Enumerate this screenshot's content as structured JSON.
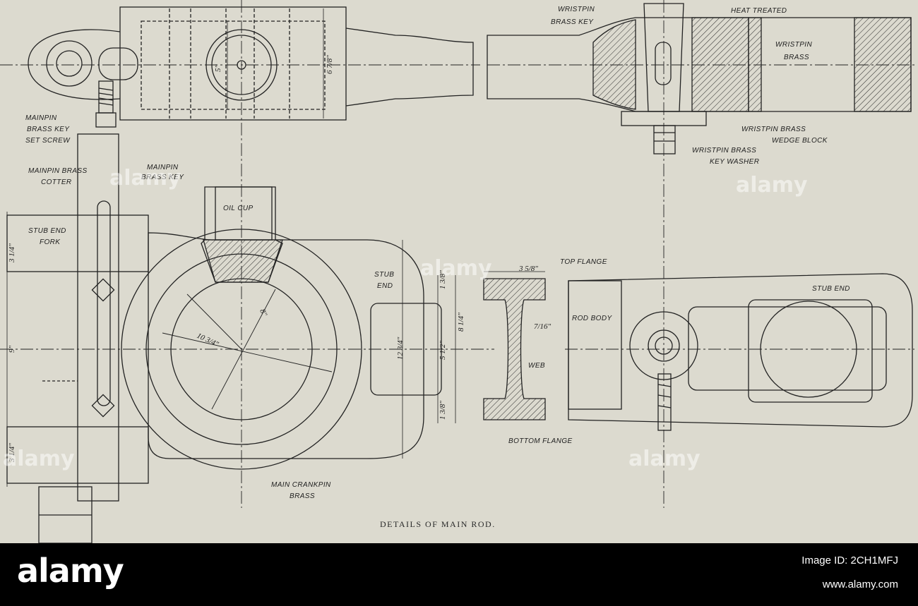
{
  "caption": "DETAILS OF MAIN ROD.",
  "labels": {
    "wristpin_brass_key": [
      "WRISTPIN",
      "BRASS KEY"
    ],
    "heat_treated": "HEAT TREATED",
    "wristpin_brass": [
      "WRISTPIN",
      "BRASS"
    ],
    "wristpin_brass_wedge_block": [
      "WRISTPIN BRASS",
      "WEDGE BLOCK"
    ],
    "wristpin_brass_key_washer": [
      "WRISTPIN BRASS",
      "KEY WASHER"
    ],
    "mainpin_brass_key_set_screw": [
      "MAINPIN",
      "BRASS KEY",
      "SET SCREW"
    ],
    "mainpin_brass_cotter": [
      "MAINPIN BRASS",
      "COTTER"
    ],
    "mainpin_brass_key": [
      "MAINPIN",
      "BRASS KEY"
    ],
    "oil_cup": "OIL CUP",
    "stub_end_fork": [
      "STUB END",
      "FORK"
    ],
    "stub_end_left": [
      "STUB",
      "END"
    ],
    "top_flange": "TOP FLANGE",
    "web": "WEB",
    "bottom_flange": "BOTTOM FLANGE",
    "rod_body": "ROD BODY",
    "stub_end_right": "STUB END",
    "main_crankpin_brass": [
      "MAIN CRANKPIN",
      "BRASS"
    ]
  },
  "dimensions": {
    "d_5": "5\"",
    "d_6_7_8": "6 7/8\"",
    "d_3_1_4": "3 1/4\"",
    "d_9": "9\"",
    "d_3_1_4_b": "3 1/4\"",
    "d_10_3_4": "10 3/4\"",
    "d_8": "8\"",
    "d_12_3_4": "12 3/4\"",
    "d_1_3_8_top": "1 3/8\"",
    "d_8_1_4": "8 1/4\"",
    "d_5_1_2": "5 1/2\"",
    "d_1_3_8_bot": "1 3/8\"",
    "d_3_5_8": "3 5/8\"",
    "d_7_16": "7/16\""
  },
  "watermark": "alamy",
  "footer": {
    "logo": "alamy",
    "image_id": "Image ID: 2CH1MFJ",
    "url": "www.alamy.com"
  }
}
